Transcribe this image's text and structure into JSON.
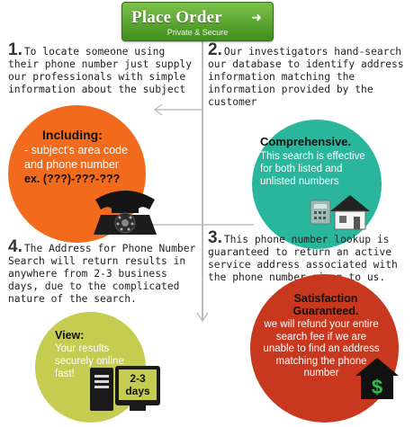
{
  "order": {
    "title": "Place Order",
    "subtitle": "Private & Secure"
  },
  "steps": [
    {
      "number": "1.",
      "text": "To locate someone using their phone number just supply our professionals with simple information about the subject"
    },
    {
      "number": "2.",
      "text": "Our investigators hand-search our database to identify address information matching the information provided by the customer"
    },
    {
      "number": "3.",
      "text": "This phone number lookup is guaranteed to return an active service address associated with the phone number given to us."
    },
    {
      "number": "4.",
      "text": "The Address for Phone Number Search will return results in anywhere from 2-3 business days, due to the complicated nature of the search."
    }
  ],
  "including": {
    "title": "Including:",
    "line1": "- subject's area code",
    "line2": "and phone number",
    "example": "ex. (???)-???-???"
  },
  "comprehensive": {
    "title": "Comprehensive.",
    "text": "This search is effective for both listed and unlisted numbers"
  },
  "satisfaction": {
    "title1": "Satisfaction",
    "title2": "Guaranteed.",
    "text": "we will refund your entire search fee if we are unable to find an address matching the phone number"
  },
  "view": {
    "title": "View:",
    "text": "Your results securely online fast!",
    "days_line1": "2-3",
    "days_line2": "days"
  },
  "icons": {
    "phone": "telephone-icon",
    "house": "house-icon",
    "dollar_house": "dollar-house-icon",
    "computer": "computer-icon"
  },
  "colors": {
    "orange": "#f26a1b",
    "teal": "#2ab69c",
    "red": "#c8381f",
    "olive": "#c6cc50",
    "button_green": "#4f9e2a"
  }
}
